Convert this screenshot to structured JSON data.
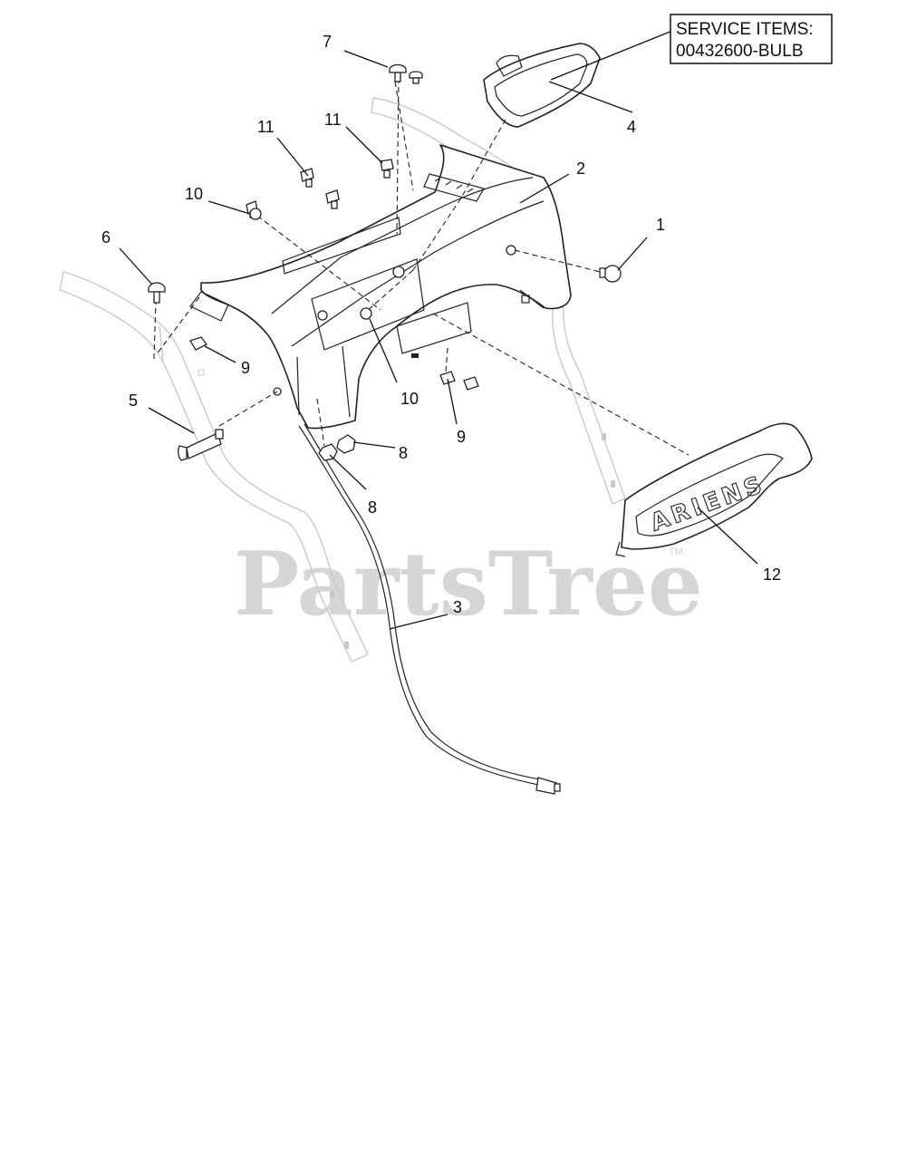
{
  "service_box": {
    "line1": "SERVICE ITEMS:",
    "line2": "00432600-BULB"
  },
  "callouts": [
    {
      "id": "c1",
      "label": "1"
    },
    {
      "id": "c2",
      "label": "2"
    },
    {
      "id": "c3",
      "label": "3"
    },
    {
      "id": "c4",
      "label": "4"
    },
    {
      "id": "c5",
      "label": "5"
    },
    {
      "id": "c6",
      "label": "6"
    },
    {
      "id": "c7",
      "label": "7"
    },
    {
      "id": "c8a",
      "label": "8"
    },
    {
      "id": "c8b",
      "label": "8"
    },
    {
      "id": "c9a",
      "label": "9"
    },
    {
      "id": "c9b",
      "label": "9"
    },
    {
      "id": "c10a",
      "label": "10"
    },
    {
      "id": "c10b",
      "label": "10"
    },
    {
      "id": "c11a",
      "label": "11"
    },
    {
      "id": "c11b",
      "label": "11"
    },
    {
      "id": "c12",
      "label": "12"
    }
  ],
  "brand_text": "ARIENS",
  "watermark": {
    "text": "PartsTree",
    "trademark": "TM"
  }
}
